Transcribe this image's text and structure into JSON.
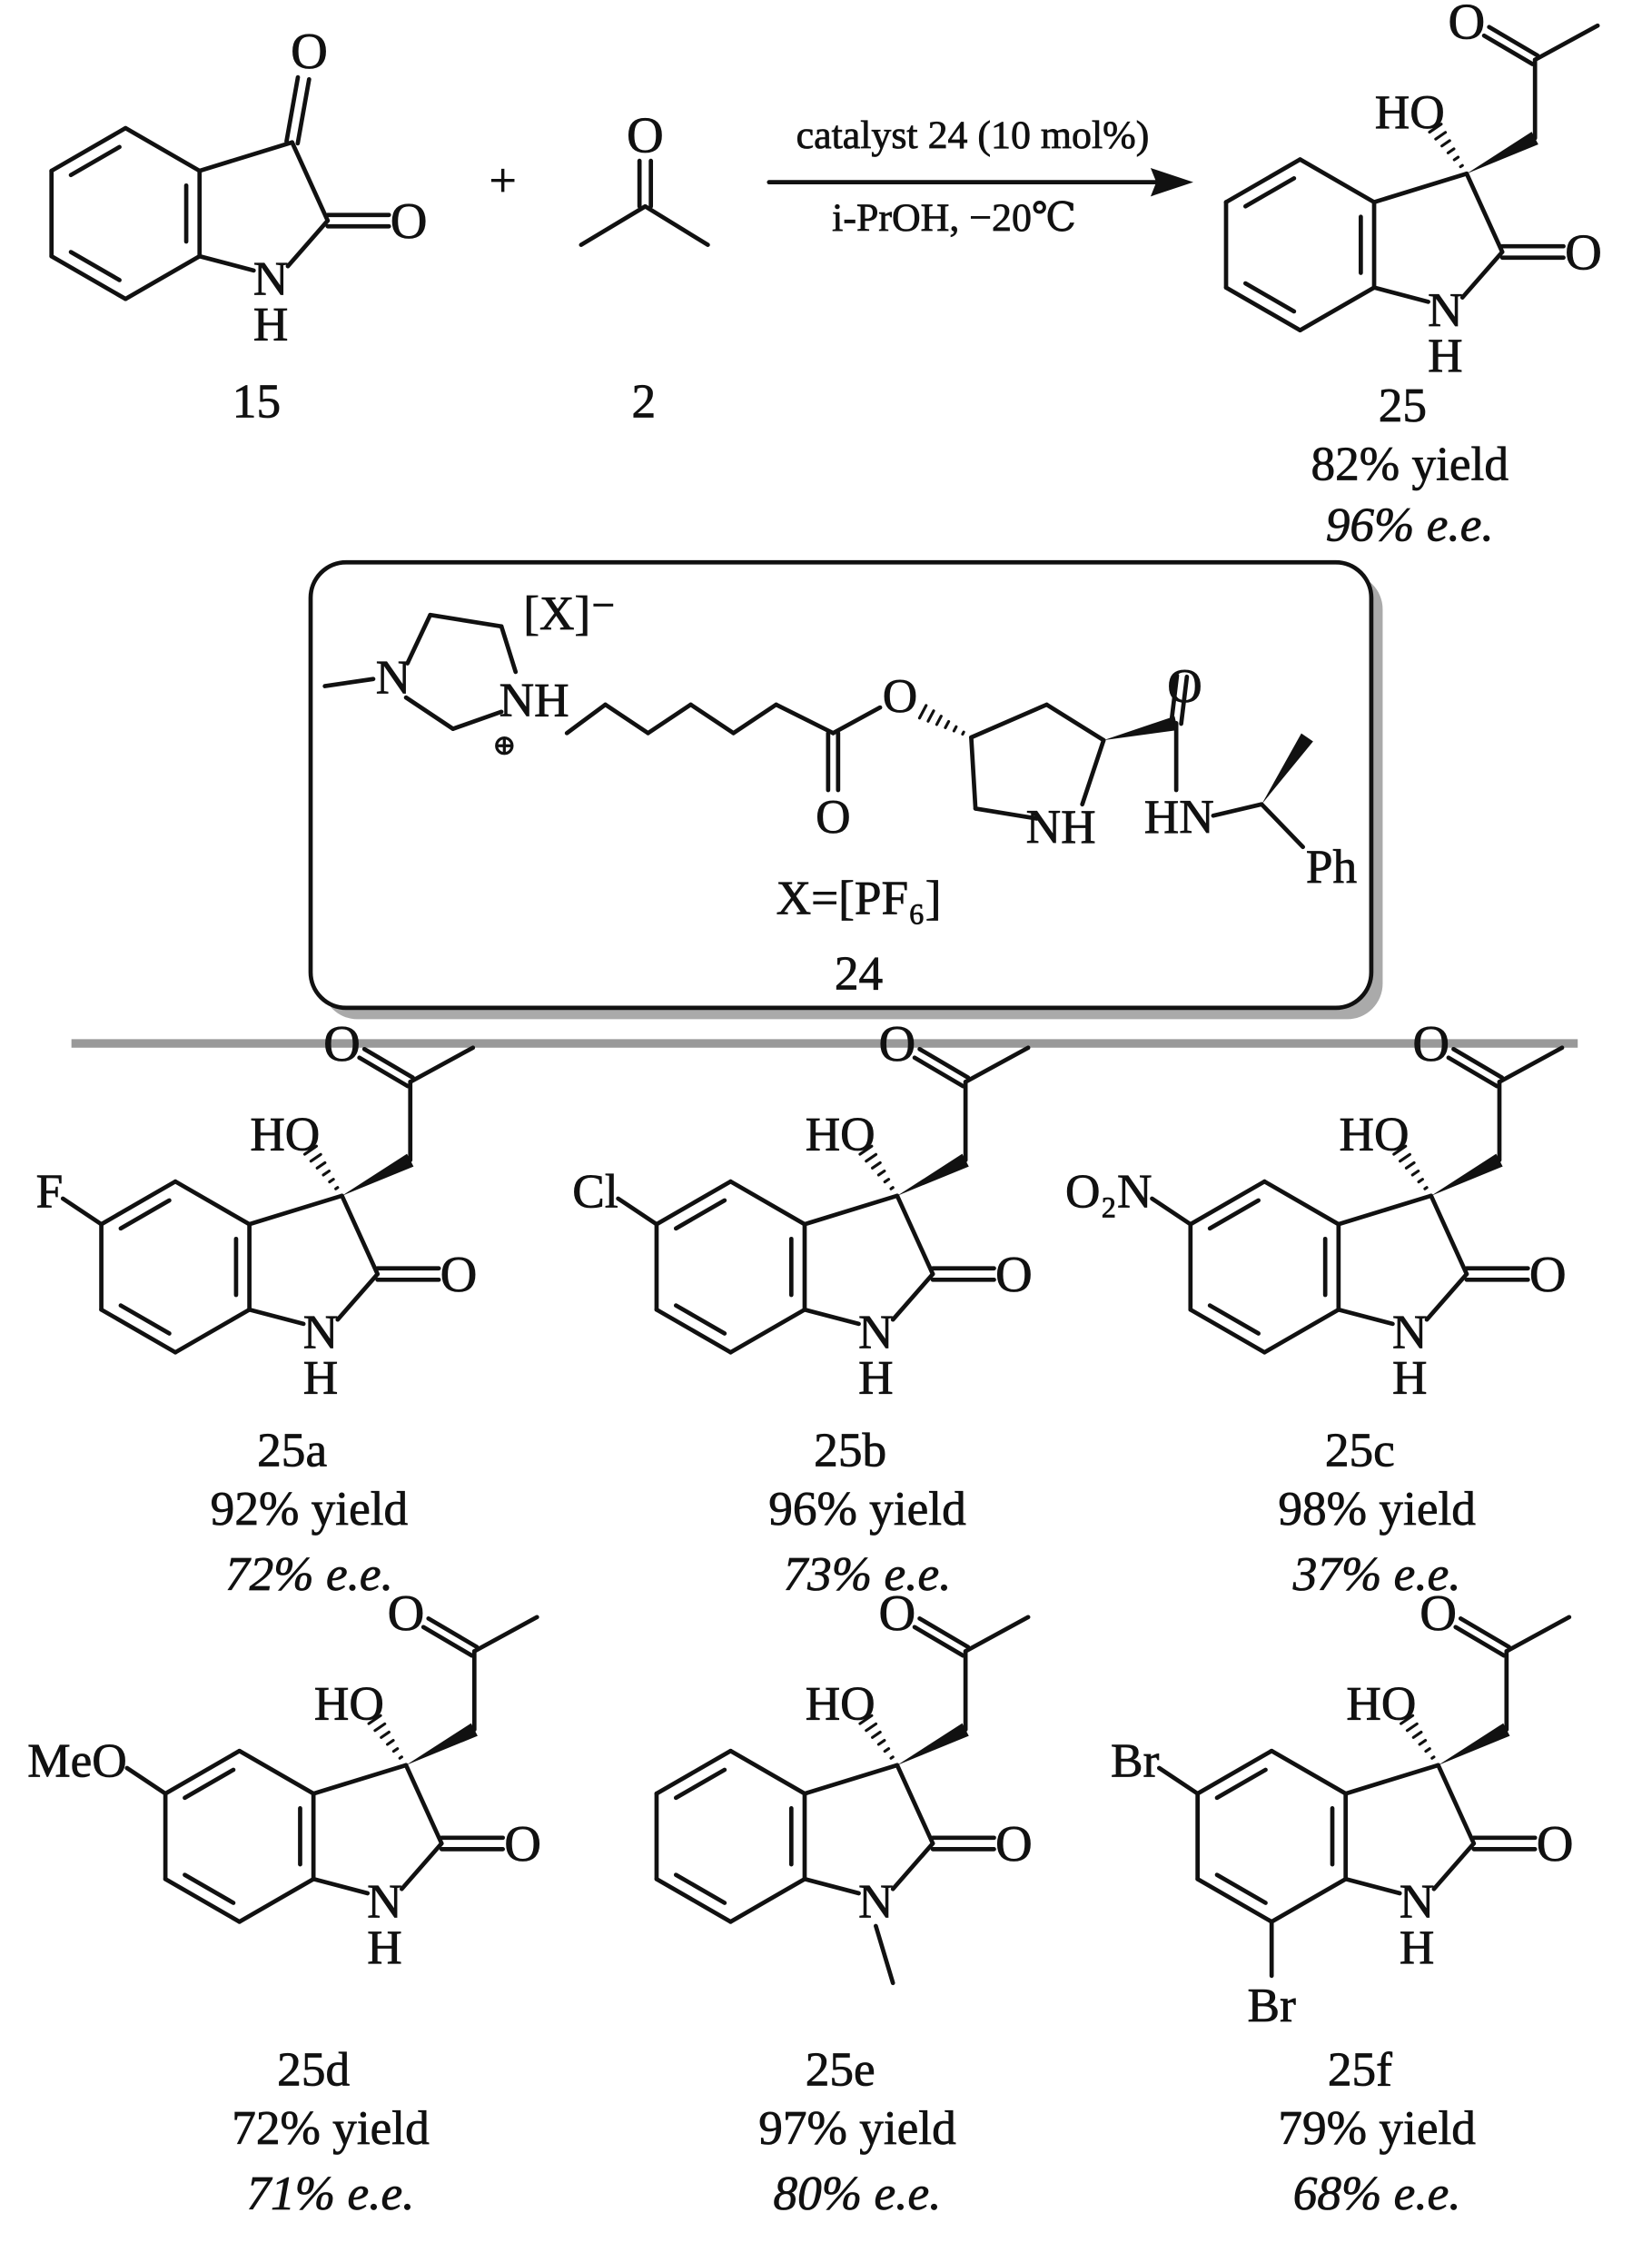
{
  "atoms": {
    "O": "O",
    "HO": "HO",
    "N": "N",
    "H": "H",
    "NH": "NH",
    "HN": "HN",
    "Ph": "Ph",
    "plus": "+",
    "charge": "⊕"
  },
  "reaction": {
    "reactant1": {
      "id": "15"
    },
    "reactant2": {
      "id": "2"
    },
    "conditions_top": "catalyst 24 (10 mol%)",
    "conditions_bottom": "i-PrOH, −20℃",
    "product": {
      "id": "25",
      "yield": "82% yield",
      "ee": "96% e.e."
    }
  },
  "catalyst": {
    "counterion": "[X]⁻",
    "x_def": "X=[PF₆]",
    "id": "24"
  },
  "substrates": [
    {
      "id": "25a",
      "yield": "92% yield",
      "ee": "72% e.e.",
      "sub5": "F"
    },
    {
      "id": "25b",
      "yield": "96% yield",
      "ee": "73% e.e.",
      "sub5": "Cl"
    },
    {
      "id": "25c",
      "yield": "98% yield",
      "ee": "37% e.e.",
      "sub5": "O₂N"
    },
    {
      "id": "25d",
      "yield": "72% yield",
      "ee": "71% e.e.",
      "sub5": "MeO"
    },
    {
      "id": "25e",
      "yield": "97% yield",
      "ee": "80% e.e.",
      "sub5": ""
    },
    {
      "id": "25f",
      "yield": "79% yield",
      "ee": "68% e.e.",
      "sub5": "Br",
      "sub7": "Br"
    }
  ]
}
